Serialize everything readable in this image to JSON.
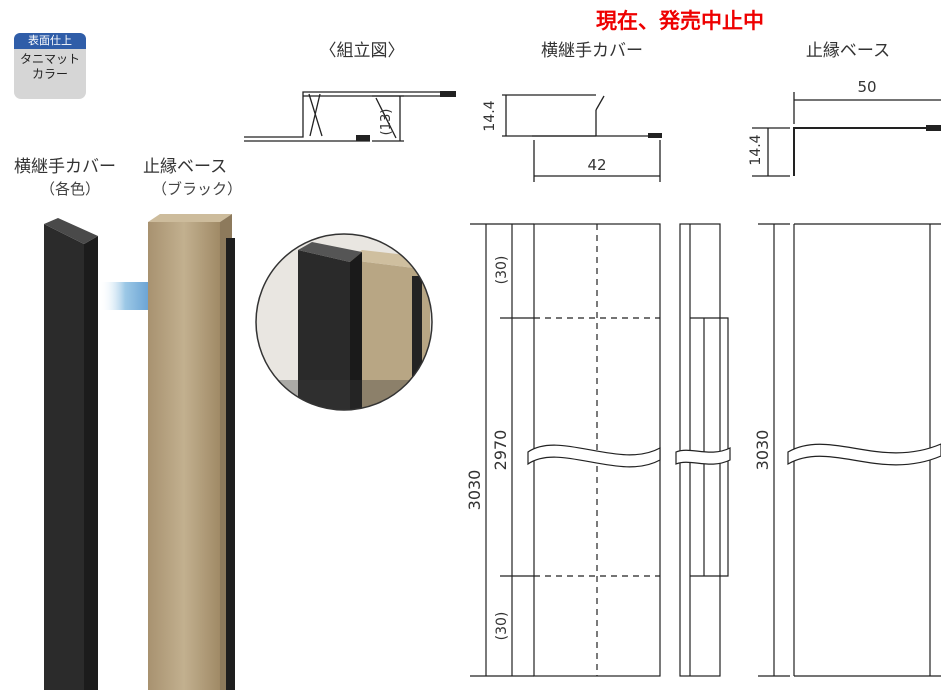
{
  "notice": "現在、発売中止中",
  "badge": {
    "top": "表面仕上",
    "body": "タニマット\nカラー"
  },
  "products": {
    "cover": {
      "name": "横継手カバー",
      "color": "（各色）"
    },
    "base": {
      "name": "止縁ベース",
      "color": "（ブラック）"
    }
  },
  "drawings": {
    "assembly_title": "〈組立図〉",
    "assembly_dim": "(13)",
    "cover_title": "横継手カバー",
    "cover_height": "14.4",
    "cover_width": "42",
    "base_title": "止縁ベース",
    "base_width": "50",
    "base_height": "14.4"
  },
  "elevation": {
    "total_length": "3030",
    "middle_length": "2970",
    "end_offset_top": "(30)",
    "end_offset_bottom": "(30)",
    "base_length": "3030"
  },
  "colors": {
    "notice": "#ee0000",
    "badge_header": "#2f5da8",
    "cover_part": "#2b2b2b",
    "base_part": "#b7a583"
  }
}
